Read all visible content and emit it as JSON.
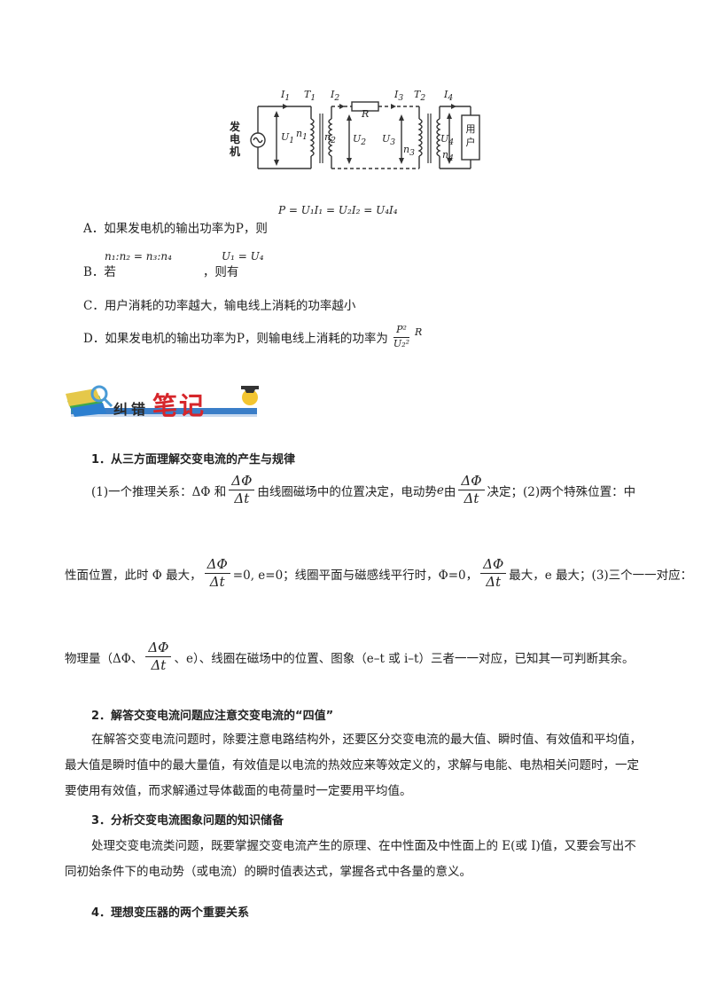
{
  "circuit": {
    "generator": [
      "发",
      "电",
      "机"
    ],
    "user": [
      "用",
      "户"
    ],
    "labels": {
      "I1": "I",
      "I1s": "1",
      "T1": "T",
      "T1s": "1",
      "I2": "I",
      "I2s": "2",
      "R": "R",
      "I3": "I",
      "I3s": "3",
      "T2": "T",
      "T2s": "2",
      "I4": "I",
      "I4s": "4",
      "U1": "U",
      "U1s": "1",
      "n1": "n",
      "n1s": "1",
      "n2": "n",
      "n2s": "2",
      "U2": "U",
      "U2s": "2",
      "U3": "U",
      "U3s": "3",
      "n3": "n",
      "n3s": "3",
      "U4": "U",
      "U4s": "4",
      "n4": "n",
      "n4s": "4"
    }
  },
  "options": {
    "a_text": "A．如果发电机的输出功率为P，则",
    "a_formula": "P = U₁I₁ = U₂I₂ = U₄I₄",
    "b_text": "B．若",
    "b_cond": "n₁:n₂ = n₃:n₄",
    "b_mid": "，则有",
    "b_formula": "U₁ = U₄",
    "c_text": "C．用户消耗的功率越大，输电线上消耗的功率越小",
    "d_text": "D．如果发电机的输出功率为P，则输电线上消耗的功率为",
    "d_num": "P²",
    "d_den": "U₂²",
    "d_tail": "R"
  },
  "banner": {
    "title_a": "纠",
    "title_b": "错",
    "title_c": "笔",
    "title_d": "记"
  },
  "notes": {
    "h1": "1．从三方面理解交变电流的产生与规律",
    "p1_a": "(1)一个推理关系：ΔΦ 和",
    "frac_num": "ΔΦ",
    "frac_den": "Δt",
    "p1_b": "由线圈磁场中的位置决定，电动势",
    "p1_e": "e",
    "p1_c": "由",
    "p1_d": "决定；(2)两个特殊位置：中",
    "p2_a": "性面位置，此时 Φ 最大，",
    "p2_b": "=0, e=0；线圈平面与磁感线平行时，Φ=0，",
    "p2_c": "最大，e 最大；(3)三个一一对应：",
    "p3_a": "物理量（ΔΦ、",
    "p3_b": "、e）、线圈在磁场中的位置、图象（e–t 或 i–t）三者一一对应，已知其一可判断其余。",
    "h2": "2．解答交变电流问题应注意交变电流的“四值”",
    "p4_l1": "在解答交变电流问题时，除要注意电路结构外，还要区分交变电流的最大值、瞬时值、有效值和平均值，",
    "p4_l2": "最大值是瞬时值中的最大量值，有效值是以电流的热效应来等效定义的，求解与电能、电热相关问题时，一定",
    "p4_l3": "要使用有效值，而求解通过导体截面的电荷量时一定要用平均值。",
    "h3": "3．分析交变电流图象问题的知识储备",
    "p5_l1": "处理交变电流类问题，既要掌握交变电流产生的原理、在中性面及中性面上的 E(或 I)值，又要会写出不",
    "p5_l2": "同初始条件下的电动势（或电流）的瞬时值表达式，掌握各式中各量的意义。",
    "h4": "4．理想变压器的两个重要关系"
  }
}
